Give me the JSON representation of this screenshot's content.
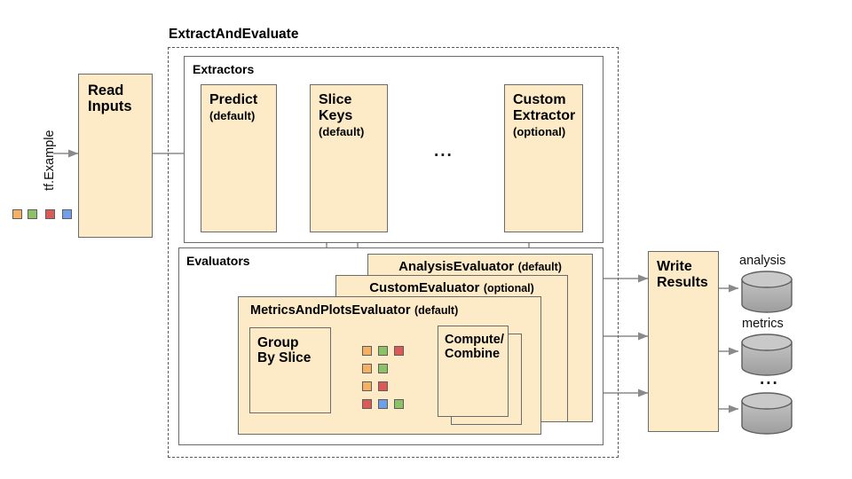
{
  "diagram": {
    "title": "ExtractAndEvaluate",
    "input_label": "tf.Example",
    "ellipsis": "...",
    "colors": {
      "box_fill": "#fdebc8",
      "box_stroke": "#6b6b6b",
      "dashed_stroke": "#5a5a5a",
      "arrow": "#8a8a8a",
      "cylinder_fill": "#b3b3b3",
      "swatch_orange": "#f4b063",
      "swatch_green": "#8cc167",
      "swatch_red": "#da5a57",
      "swatch_blue": "#6f9fe8"
    },
    "input_swatches": [
      "orange",
      "green",
      "red",
      "blue"
    ],
    "read_inputs": {
      "line1": "Read",
      "line2": "Inputs"
    },
    "extractors": {
      "section_label": "Extractors",
      "nodes": [
        {
          "name": "Predict",
          "line1": "Predict",
          "line2": "",
          "qualifier": "(default)"
        },
        {
          "name": "SliceKeys",
          "line1": "Slice",
          "line2": "Keys",
          "qualifier": "(default)"
        },
        {
          "name": "CustomExtractor",
          "line1": "Custom",
          "line2": "Extractor",
          "qualifier": "(optional)"
        }
      ]
    },
    "evaluators": {
      "section_label": "Evaluators",
      "stack": [
        {
          "name": "AnalysisEvaluator",
          "label": "AnalysisEvaluator",
          "qualifier": "(default)"
        },
        {
          "name": "CustomEvaluator",
          "label": "CustomEvaluator",
          "qualifier": "(optional)"
        },
        {
          "name": "MetricsAndPlotsEvaluator",
          "label": "MetricsAndPlotsEvaluator",
          "qualifier": "(default)"
        }
      ],
      "group_by_slice": {
        "line1": "Group",
        "line2": "By Slice"
      },
      "compute_combine": {
        "line1": "Compute/",
        "line2": "Combine"
      },
      "slice_rows": [
        [
          "orange",
          "green",
          "red"
        ],
        [
          "orange",
          "green"
        ],
        [
          "orange",
          "red"
        ],
        [
          "red",
          "blue",
          "green"
        ]
      ]
    },
    "write_results": {
      "line1": "Write",
      "line2": "Results"
    },
    "outputs": [
      {
        "name": "analysis",
        "label": "analysis"
      },
      {
        "name": "metrics",
        "label": "metrics"
      },
      {
        "name": "more",
        "label": "..."
      }
    ]
  }
}
